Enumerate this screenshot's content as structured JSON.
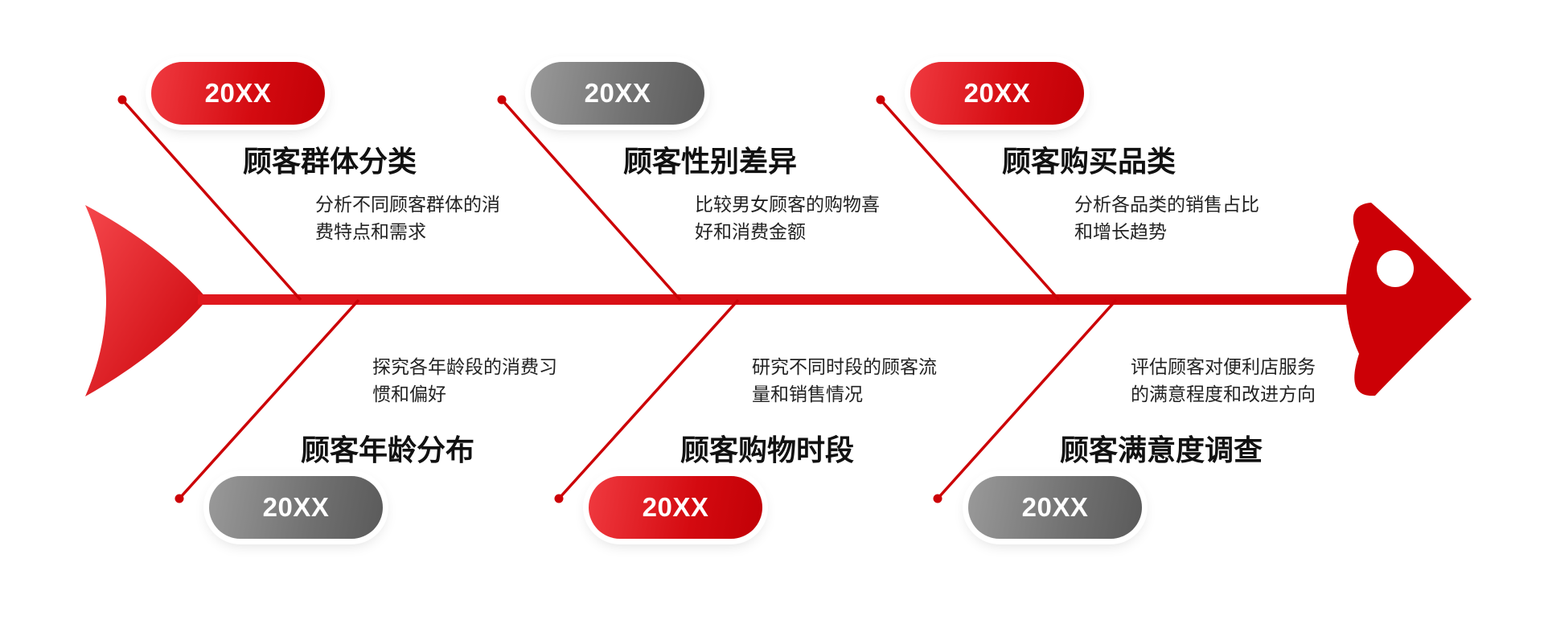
{
  "colors": {
    "accent": "#d40a10",
    "accent_light": "#f03a40",
    "gray": "#707070",
    "text": "#111111"
  },
  "branches": [
    {
      "year": "20XX",
      "pill_style": "red",
      "title": "顾客群体分类",
      "desc_line1": "分析不同顾客群体的消",
      "desc_line2": "费特点和需求"
    },
    {
      "year": "20XX",
      "pill_style": "gray",
      "title": "顾客性别差异",
      "desc_line1": "比较男女顾客的购物喜",
      "desc_line2": "好和消费金额"
    },
    {
      "year": "20XX",
      "pill_style": "red",
      "title": "顾客购买品类",
      "desc_line1": "分析各品类的销售占比",
      "desc_line2": "和增长趋势"
    },
    {
      "year": "20XX",
      "pill_style": "gray",
      "title": "顾客年龄分布",
      "desc_line1": "探究各年龄段的消费习",
      "desc_line2": "惯和偏好"
    },
    {
      "year": "20XX",
      "pill_style": "red",
      "title": "顾客购物时段",
      "desc_line1": "研究不同时段的顾客流",
      "desc_line2": "量和销售情况"
    },
    {
      "year": "20XX",
      "pill_style": "gray",
      "title": "顾客满意度调查",
      "desc_line1": "评估顾客对便利店服务",
      "desc_line2": "的满意程度和改进方向"
    }
  ]
}
